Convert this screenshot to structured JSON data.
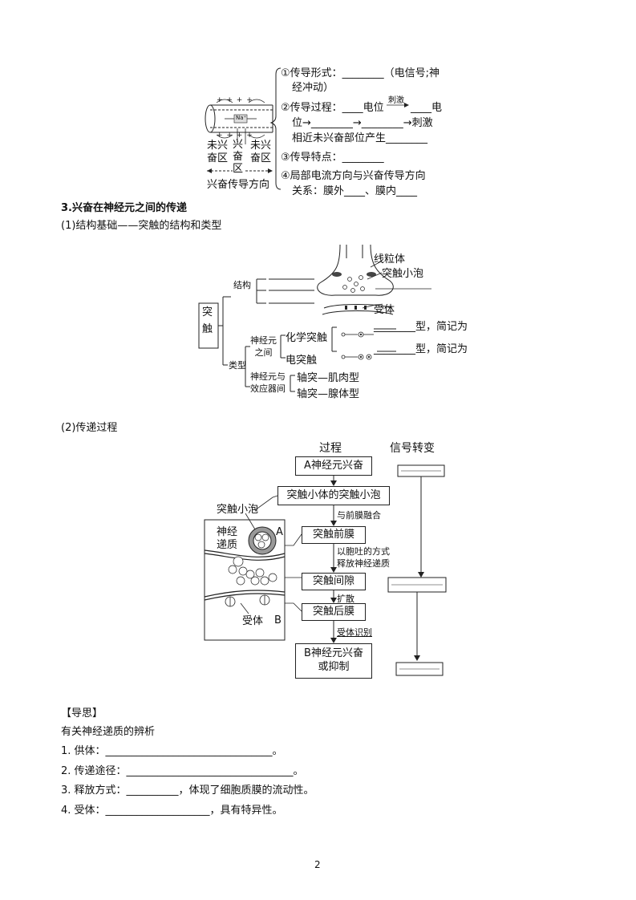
{
  "conduction": {
    "fig_labels": {
      "na": "Na⁺",
      "left": "未兴\n奋区",
      "mid": "兴\n奋\n区",
      "right": "未兴\n奋区",
      "direction": "兴奋传导方向",
      "plus_row": "+ + + +",
      "minus_row": "- - - -"
    },
    "item1": "①传导形式：________（电信号;神",
    "item1b": "经冲动）",
    "item2": "②传导过程：____电位",
    "item2_arrow": "刺激",
    "item2_end": "____电",
    "item2b": "位→________→________→刺激",
    "item2c": "相近未兴奋部位产生________",
    "item3": "③传导特点：________",
    "item4": "④局部电流方向与兴奋传导方向",
    "item4b": "关系：膜外____、膜内____"
  },
  "section3": {
    "heading": "3.兴奋在神经元之间的传递",
    "sub1": "(1)结构基础——突触的结构和类型"
  },
  "synapse_map": {
    "root": "突\n触",
    "structure": "结构",
    "type": "类型",
    "neuron_between": "神经元\n之间",
    "chemical": "化学突触",
    "electrical": "电突触",
    "neuron_effector": "神经元与\n效应器间",
    "axon_muscle": "轴突—肌肉型",
    "axon_gland": "轴突—腺体型",
    "mitochondria": "线粒体",
    "vesicle": "突触小泡",
    "receptor": "受体",
    "type_blank1": "________型，简记为",
    "type_blank2": "________型，简记为"
  },
  "transmission": {
    "sub2": "(2)传递过程",
    "col_process": "过程",
    "col_signal": "信号转变",
    "step1": "A神经元兴奋",
    "step2": "突触小体的突触小泡",
    "step2_note": "与前膜融合",
    "step3": "突触前膜",
    "step3_note1": "以胞吐的方式",
    "step3_note2": "释放神经递质",
    "step4": "突触间隙",
    "step4_note": "扩散",
    "step5": "突触后膜",
    "step5_note": "受体识别",
    "step6": "B神经元兴奋\n或抑制",
    "fig_vesicle": "突触小泡",
    "fig_nt": "神经\n递质",
    "fig_a": "A",
    "fig_receptor": "受体",
    "fig_b": "B"
  },
  "reflection": {
    "title": "【导思】",
    "subtitle": "有关神经递质的辨析",
    "q1": "1. 供体：________________________________。",
    "q2": "2. 传递途径：________________________________。",
    "q3": "3. 释放方式：__________，体现了细胞质膜的流动性。",
    "q4": "4. 受体：____________________，具有特异性。"
  },
  "page_number": "2"
}
